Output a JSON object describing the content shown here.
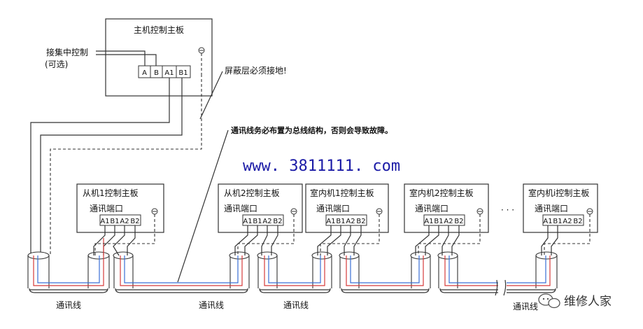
{
  "main_board": {
    "title": "主机控制主板",
    "terminals": [
      "A",
      "B",
      "A1",
      "B1"
    ],
    "central_control_label": "接集中控制",
    "optional_label": "(可选)",
    "shield_note": "屏蔽层必须接地!"
  },
  "bus_note": "通讯线务必布置为总线结构，否则会导致故障。",
  "website": "www. 3811111. com",
  "port_label": "通讯端口",
  "port_terminals": [
    "A1",
    "B1",
    "A2",
    "B2"
  ],
  "slave_boards": [
    {
      "title": "从机1控制主板"
    },
    {
      "title": "从机2控制主板"
    },
    {
      "title": "室内机1控制主板"
    },
    {
      "title": "室内机2控制主板"
    },
    {
      "title": "室内机i控制主板"
    }
  ],
  "ellipsis": "· · ·",
  "cable_label": "通讯线",
  "watermark": "维修人家",
  "colors": {
    "wire_red": "#d63b3b",
    "wire_blue": "#3a6fd6",
    "url_blue": "#1a1aa6"
  }
}
